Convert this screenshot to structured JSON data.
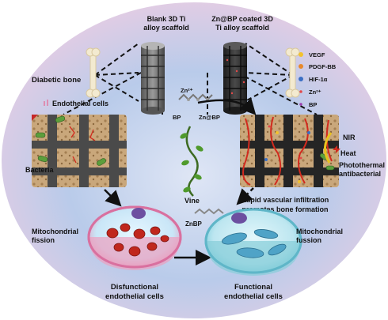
{
  "scaffolds": {
    "blank_line1": "Blank 3D Ti",
    "blank_line2": "alloy scaffold",
    "coated_line1": "Zn@BP coated 3D",
    "coated_line2": "Ti alloy scaffold"
  },
  "labels": {
    "diabetic_bone": "Diabetic bone",
    "endothelial_cells": "Endothelial cells",
    "bacteria": "Bacteria",
    "zn2_mid": "Zn²⁺",
    "bp": "BP",
    "znbp_top": "Zn@BP",
    "vine": "Vine",
    "znbp_mid": "ZnBP",
    "nir": "NIR",
    "heat": "Heat",
    "photothermal_1": "Photothermal",
    "photothermal_2": "antibacterial",
    "rapid_1": "Rapid vascular infiltration",
    "rapid_2": "promotes bone formation",
    "mito_fission_1": "Mitochondrial",
    "mito_fission_2": "fission",
    "mito_fussion_1": "Mitochondrial",
    "mito_fussion_2": "fussion",
    "dysfunctional_1": "Disfunctional",
    "dysfunctional_2": "endothelial cells",
    "functional_1": "Functional",
    "functional_2": "endothelial cells"
  },
  "legend": [
    {
      "label": "VEGF",
      "color": "#f2c12e"
    },
    {
      "label": "PDGF-BB",
      "color": "#e8892b"
    },
    {
      "label": "HIF-1α",
      "color": "#3b6fc4"
    },
    {
      "label": "Zn²⁺",
      "color": "#e24a4a"
    },
    {
      "label": "BP",
      "color": "#9b3fb0"
    }
  ],
  "colors": {
    "bg_blue": "#a9c0e6",
    "bg_pink": "#eecfe0",
    "scaffold_dark": "#3a3a3a",
    "vessel_red": "#d22a1e",
    "cell_pink": "#f2a7c6",
    "cell_cyan": "#8fd5e0"
  }
}
